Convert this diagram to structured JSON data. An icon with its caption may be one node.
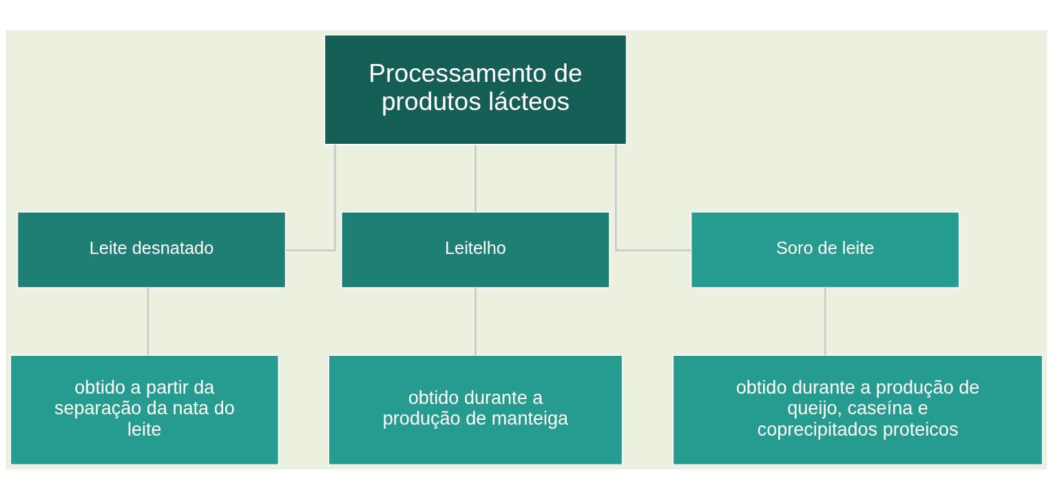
{
  "diagram": {
    "nodes": [
      {
        "text": [
          "Processamento de produtos lácteos"
        ]
      },
      {
        "text": [
          "Leite desnatado"
        ]
      },
      {
        "text": [
          "Leitelho"
        ]
      },
      {
        "text": [
          "Soro de leite"
        ]
      },
      {
        "text": [
          "obtido a partir da separação da nata do leite"
        ]
      },
      {
        "text": [
          "obtido durante a produção de manteiga"
        ]
      },
      {
        "text": [
          "obtido durante a produção de queijo, caseína e coprecipitados proteicos"
        ]
      }
    ],
    "edges": [
      {
        "from": 0,
        "to": 1,
        "arrow": "none"
      },
      {
        "from": 0,
        "to": 2,
        "arrow": "none"
      },
      {
        "from": 0,
        "to": 3,
        "arrow": "none"
      },
      {
        "from": 1,
        "to": 4,
        "arrow": "none"
      },
      {
        "from": 2,
        "to": 5,
        "arrow": "none"
      },
      {
        "from": 3,
        "to": 6,
        "arrow": "none"
      }
    ]
  }
}
